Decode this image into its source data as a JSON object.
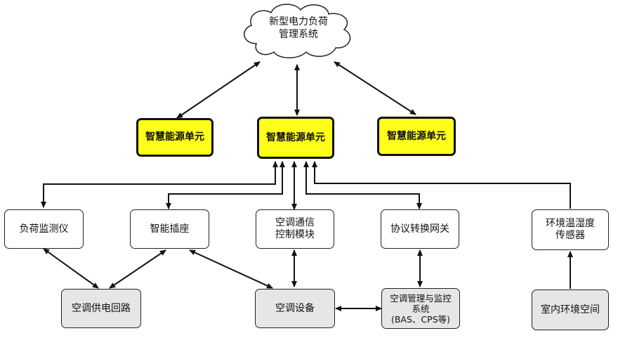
{
  "cloud": {
    "line1": "新型电力负荷",
    "line2": "管理系统"
  },
  "seu": {
    "left": "智慧能源单元",
    "center": "智慧能源单元",
    "right": "智慧能源单元"
  },
  "devices": {
    "load_monitor": "负荷监测仪",
    "smart_socket": "智能插座",
    "ac_comm_line1": "空调通信",
    "ac_comm_line2": "控制模块",
    "protocol_gateway": "协议转换网关",
    "env_sensor_line1": "环境温湿度",
    "env_sensor_line2": "传感器"
  },
  "bottom": {
    "ac_power_circuit": "空调供电回路",
    "ac_equipment": "空调设备",
    "ac_mgmt_line1": "空调管理与监控",
    "ac_mgmt_line2": "系统",
    "ac_mgmt_line3": "(BAS、CPS等)",
    "indoor_space": "室内环境空间"
  }
}
